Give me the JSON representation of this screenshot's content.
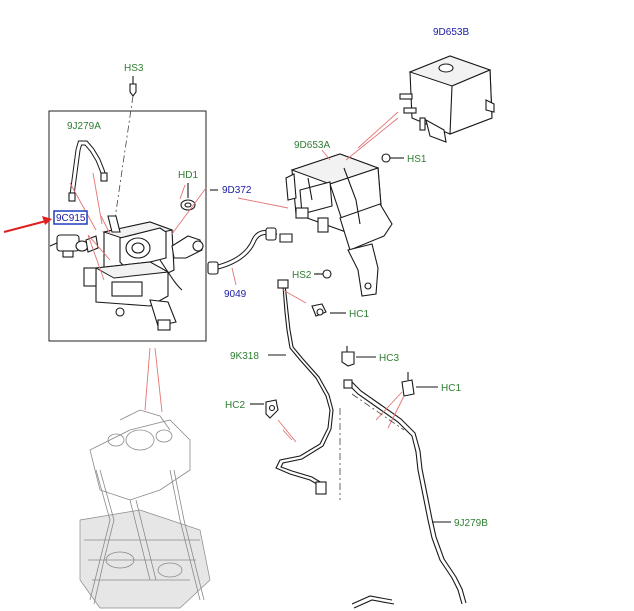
{
  "labels": {
    "hs3": "HS3",
    "j279a": "9J279A",
    "hd1": "HD1",
    "d372": "9D372",
    "c915": "9C915",
    "d653a": "9D653A",
    "d653b": "9D653B",
    "hs1": "HS1",
    "hs2": "HS2",
    "hc1a": "HC1",
    "k318": "9K318",
    "hc3": "HC3",
    "hc1b": "HC1",
    "hc2": "HC2",
    "p9049": "9049",
    "j279b": "9J279B"
  },
  "colors": {
    "label_green": "#2e7d32",
    "label_blue": "#1a1aa6",
    "leader_red": "#e57373",
    "highlight_box": "#1f3fbf",
    "pointer_arrow": "#e02020"
  },
  "highlighted_part": "9C915"
}
